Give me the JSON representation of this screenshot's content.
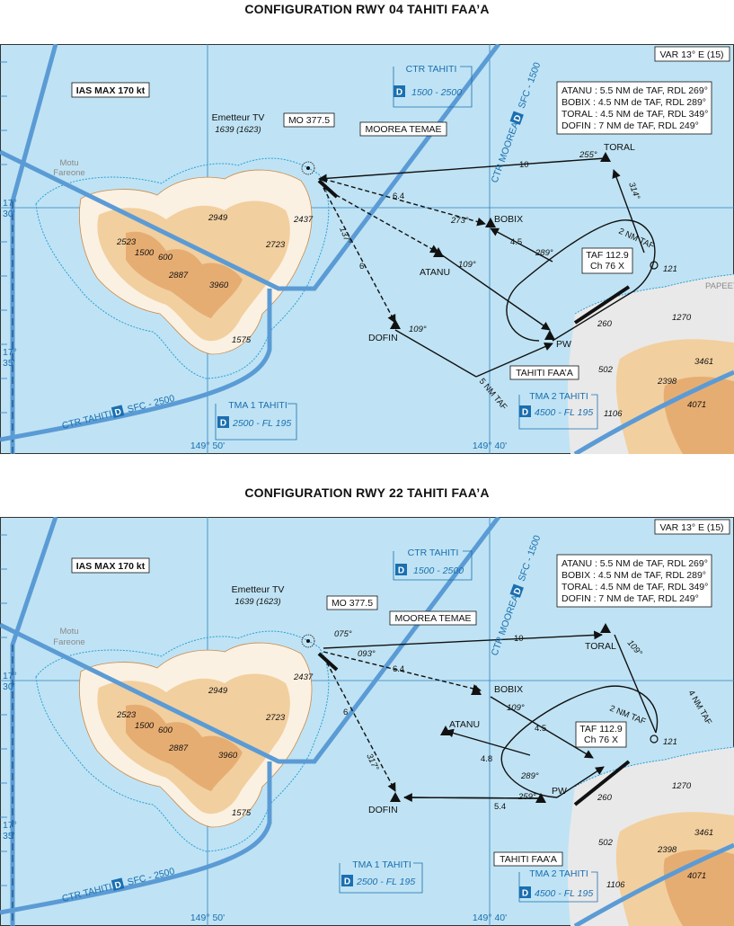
{
  "panels": [
    {
      "title": "CONFIGURATION RWY 04 TAHITI FAA’A",
      "var": "VAR 13° E (15)",
      "ias": "IAS MAX 170 kt",
      "ctr_box": {
        "name": "CTR TAHITI",
        "class": "D",
        "limits": "1500 - 2500"
      },
      "tma1_box": {
        "name": "TMA 1 TAHITI",
        "class": "D",
        "limits": "2500 - FL 195"
      },
      "tma2_box": {
        "name": "TMA 2 TAHITI",
        "class": "D",
        "limits": "4500 - FL 195"
      },
      "ctr_moorea_label": "CTR MOOREA",
      "ctr_moorea_class": "D",
      "ctr_moorea_limits": "SFC - 1500",
      "ctr_tahiti_label": "CTR TAHITI",
      "ctr_tahiti_class": "D",
      "ctr_tahiti_limits": "SFC - 2500",
      "emetteur_label": "Emetteur TV",
      "emetteur_elev": "1639 (1623)",
      "mo_label": "MO 377.5",
      "moorea_temae": "MOOREA TEMAE",
      "motu": "Motu",
      "fareone": "Fareone",
      "lat_1": "17°",
      "lat_1b": "30'",
      "lat_2": "17°",
      "lat_2b": "35'",
      "lon_1": "149° 50'",
      "lon_2": "149° 40'",
      "points_legend": [
        "ATANU : 5.5 NM de TAF, RDL 269°",
        "BOBIX : 4.5 NM de TAF, RDL 289°",
        "TORAL : 4.5 NM de TAF, RDL 349°",
        "DOFIN : 7 NM de TAF, RDL 249°"
      ],
      "waypoints": {
        "toral": "TORAL",
        "bobix": "BOBIX",
        "atanu": "ATANU",
        "dofin": "DOFIN",
        "pw": "PW"
      },
      "taf_box": {
        "line1": "TAF 112.9",
        "line2": "Ch 76 X"
      },
      "tahiti_faaa": "TAHITI FAA’A",
      "papeete": "PAPEETE",
      "legs": {
        "d10": "10",
        "h255": "255°",
        "h314": "314°",
        "d64": "6.4",
        "h273": "273°",
        "h137": "137°",
        "d6": "6",
        "h109a": "109°",
        "h109b": "109°",
        "d45": "4.5",
        "h289": "289°",
        "nm2": "2 NM TAF",
        "nm5": "5 NM TAF"
      },
      "spots": {
        "e2949": "2949",
        "e2437": "2437",
        "e2523": "2523",
        "e2723": "2723",
        "e2887": "2887",
        "e3960": "3960",
        "e1575": "1575",
        "e600": "600",
        "e1500": "1500",
        "e260": "260",
        "e121": "121",
        "e1270": "1270",
        "e502": "502",
        "e2398": "2398",
        "e3461": "3461",
        "e4071": "4071",
        "e1106": "1106"
      }
    },
    {
      "title": "CONFIGURATION RWY 22 TAHITI FAA’A",
      "var": "VAR 13° E (15)",
      "ias": "IAS MAX 170 kt",
      "ctr_box": {
        "name": "CTR TAHITI",
        "class": "D",
        "limits": "1500 - 2500"
      },
      "tma1_box": {
        "name": "TMA 1 TAHITI",
        "class": "D",
        "limits": "2500 - FL 195"
      },
      "tma2_box": {
        "name": "TMA 2 TAHITI",
        "class": "D",
        "limits": "4500 - FL 195"
      },
      "ctr_moorea_label": "CTR MOOREA",
      "ctr_moorea_class": "D",
      "ctr_moorea_limits": "SFC - 1500",
      "ctr_tahiti_label": "CTR TAHITI",
      "ctr_tahiti_class": "D",
      "ctr_tahiti_limits": "SFC - 2500",
      "emetteur_label": "Emetteur TV",
      "emetteur_elev": "1639 (1623)",
      "mo_label": "MO 377.5",
      "moorea_temae": "MOOREA TEMAE",
      "motu": "Motu",
      "fareone": "Fareone",
      "lat_1": "17°",
      "lat_1b": "30'",
      "lat_2": "17°",
      "lat_2b": "35'",
      "lon_1": "149° 50'",
      "lon_2": "149° 40'",
      "points_legend": [
        "ATANU : 5.5 NM de TAF, RDL 269°",
        "BOBIX : 4.5 NM de TAF, RDL 289°",
        "TORAL : 4.5 NM de TAF, RDL 349°",
        "DOFIN : 7 NM de TAF, RDL 249°"
      ],
      "waypoints": {
        "toral": "TORAL",
        "bobix": "BOBIX",
        "atanu": "ATANU",
        "dofin": "DOFIN",
        "pw": "PW"
      },
      "taf_box": {
        "line1": "TAF 112.9",
        "line2": "Ch 76 X"
      },
      "tahiti_faaa": "TAHITI FAA’A",
      "legs": {
        "d10": "10",
        "h075": "075°",
        "h093": "093°",
        "h109t": "109°",
        "d64": "6.4",
        "d6": "6",
        "h317": "317°",
        "h109b": "109°",
        "d45": "4.5",
        "d48": "4.8",
        "h289": "289°",
        "h259": "259°",
        "d54": "5.4",
        "nm2": "2 NM TAF",
        "nm4": "4 NM TAF"
      },
      "spots": {
        "e2949": "2949",
        "e2437": "2437",
        "e2523": "2523",
        "e2723": "2723",
        "e2887": "2887",
        "e3960": "3960",
        "e1575": "1575",
        "e600": "600",
        "e1500": "1500",
        "e260": "260",
        "e121": "121",
        "e1270": "1270",
        "e502": "502",
        "e2398": "2398",
        "e3461": "3461",
        "e4071": "4071",
        "e1106": "1106"
      }
    }
  ],
  "colors": {
    "sea": "#bfe3f4",
    "land_low": "#fbf1e2",
    "land_mid": "#f2cf9f",
    "land_high": "#e2a467",
    "airspace": "#5b9bd5",
    "route": "#111111"
  }
}
